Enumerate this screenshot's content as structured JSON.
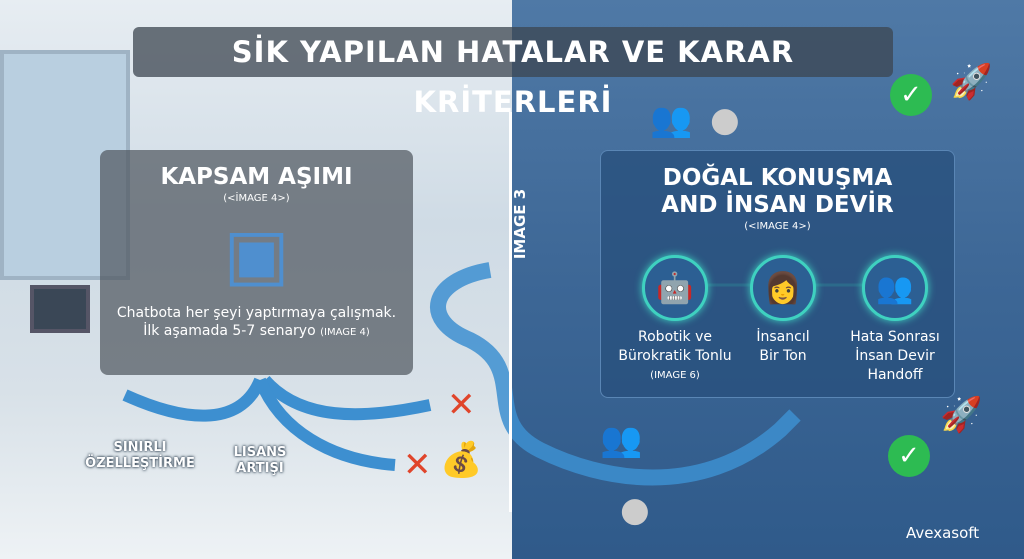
{
  "title": "SİK YAPILAN HATALAR VE KARAR KRİTERLERİ",
  "divider_label": "IMAGE 3",
  "left_panel": {
    "heading": "KAPSAM AŞIMI",
    "subtitle": "(<İMAGE 4>)",
    "desc_line1": "Chatbota her şeyi yaptırmaya çalışmak.",
    "desc_line2": "İlk aşamada 5-7 senaryo",
    "desc_tag": "(IMAGE 4)"
  },
  "left_labels": {
    "customization": "SINIRLI ÖZELLEŞTİRME",
    "license": "LISANS ARTIŞI"
  },
  "right_panel": {
    "heading_line1": "DOĞAL KONUŞMA",
    "heading_line2": "AND İNSAN DEVİR",
    "subtitle": "(<IMAGE 4>)",
    "steps": [
      {
        "icon": "robot-icon",
        "line1": "Robotik ve",
        "line2": "Bürokratik Tonlu",
        "tag": "(IMAGE 6)"
      },
      {
        "icon": "person-icon",
        "line1": "İnsancıl",
        "line2": "Bir Ton"
      },
      {
        "icon": "handoff-icon",
        "line1": "Hata Sonrası",
        "line2": "İnsan Devir",
        "line3": "Handoff"
      }
    ]
  },
  "logo": "Avexasoft",
  "colors": {
    "accent": "#3fd1c0",
    "arrow": "#3d8fd0",
    "error": "#e0452b",
    "success": "#2dbb52"
  }
}
